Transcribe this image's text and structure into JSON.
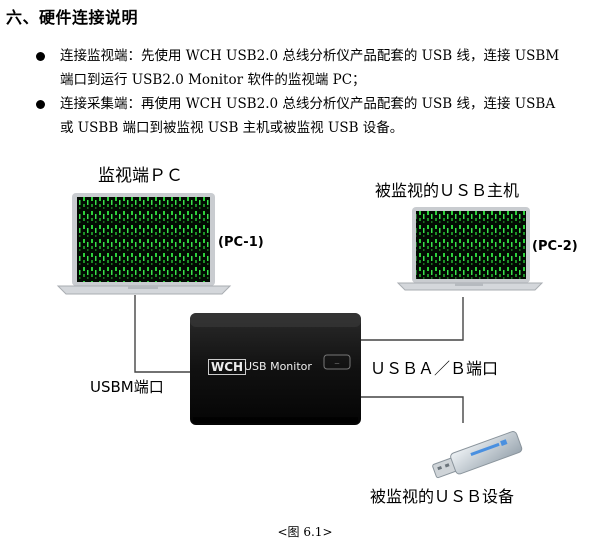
{
  "section": {
    "heading": "六、硬件连接说明"
  },
  "bullets": [
    {
      "line1": "连接监视端：先使用 WCH USB2.0 总线分析仪产品配套的 USB 线，连接 USBM",
      "line2": "端口到运行 USB2.0 Monitor 软件的监视端 PC；"
    },
    {
      "line1": "连接采集端：再使用 WCH USB2.0 总线分析仪产品配套的 USB 线，连接 USBA",
      "line2": "或 USBB 端口到被监视 USB 主机或被监视 USB 设备。"
    }
  ],
  "diagram": {
    "pc1_title": "监视端ＰＣ",
    "pc1_tag": "(PC-1)",
    "pc2_title": "被监视的ＵＳＢ主机",
    "pc2_tag": "(PC-2)",
    "port_usbm": "USBM端口",
    "port_usbab": "ＵＳＢＡ／Ｂ端口",
    "device_label": "被监视的ＵＳＢ设备",
    "box_brand": "WCH",
    "box_text": "USB Monitor"
  },
  "caption": "<图 6.1>"
}
